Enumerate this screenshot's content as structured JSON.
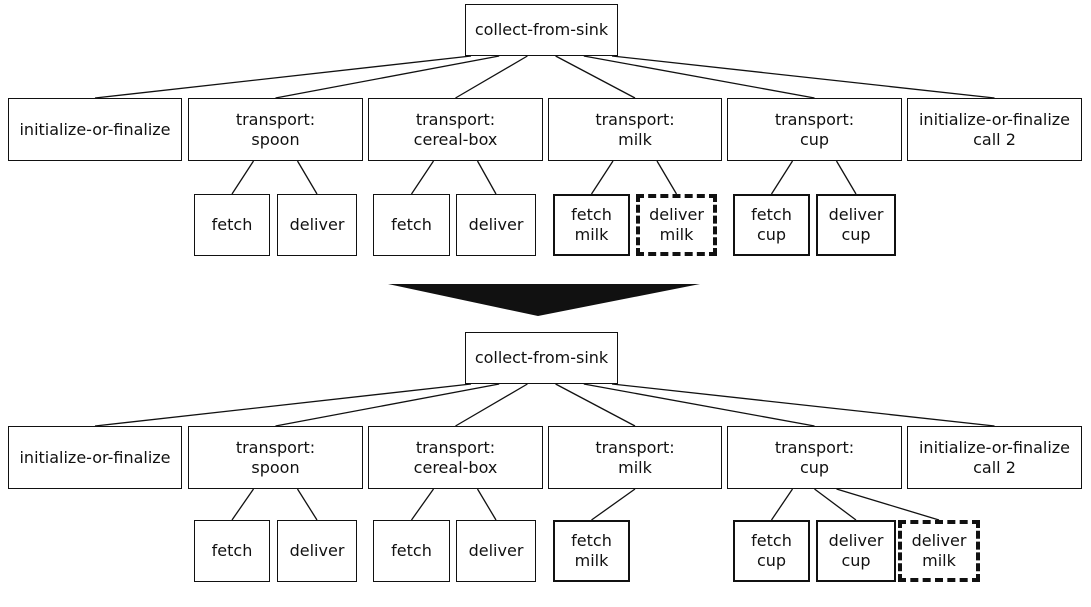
{
  "diagram": {
    "before": {
      "root": "collect-from-sink",
      "children": [
        {
          "label": "initialize-or-finalize",
          "children": []
        },
        {
          "label": "transport:\nspoon",
          "children": [
            {
              "label": "fetch"
            },
            {
              "label": "deliver"
            }
          ]
        },
        {
          "label": "transport:\ncereal-box",
          "children": [
            {
              "label": "fetch"
            },
            {
              "label": "deliver"
            }
          ]
        },
        {
          "label": "transport:\nmilk",
          "children": [
            {
              "label": "fetch\nmilk"
            },
            {
              "label": "deliver\nmilk",
              "dashed": true
            }
          ]
        },
        {
          "label": "transport:\ncup",
          "children": [
            {
              "label": "fetch\ncup"
            },
            {
              "label": "deliver\ncup"
            }
          ]
        },
        {
          "label": "initialize-or-finalize\ncall 2",
          "children": []
        }
      ]
    },
    "after": {
      "root": "collect-from-sink",
      "children": [
        {
          "label": "initialize-or-finalize",
          "children": []
        },
        {
          "label": "transport:\nspoon",
          "children": [
            {
              "label": "fetch"
            },
            {
              "label": "deliver"
            }
          ]
        },
        {
          "label": "transport:\ncereal-box",
          "children": [
            {
              "label": "fetch"
            },
            {
              "label": "deliver"
            }
          ]
        },
        {
          "label": "transport:\nmilk",
          "children": [
            {
              "label": "fetch\nmilk"
            }
          ]
        },
        {
          "label": "transport:\ncup",
          "children": [
            {
              "label": "fetch\ncup"
            },
            {
              "label": "deliver\ncup"
            },
            {
              "label": "deliver\nmilk",
              "dashed": true
            }
          ]
        },
        {
          "label": "initialize-or-finalize\ncall 2",
          "children": []
        }
      ]
    }
  }
}
